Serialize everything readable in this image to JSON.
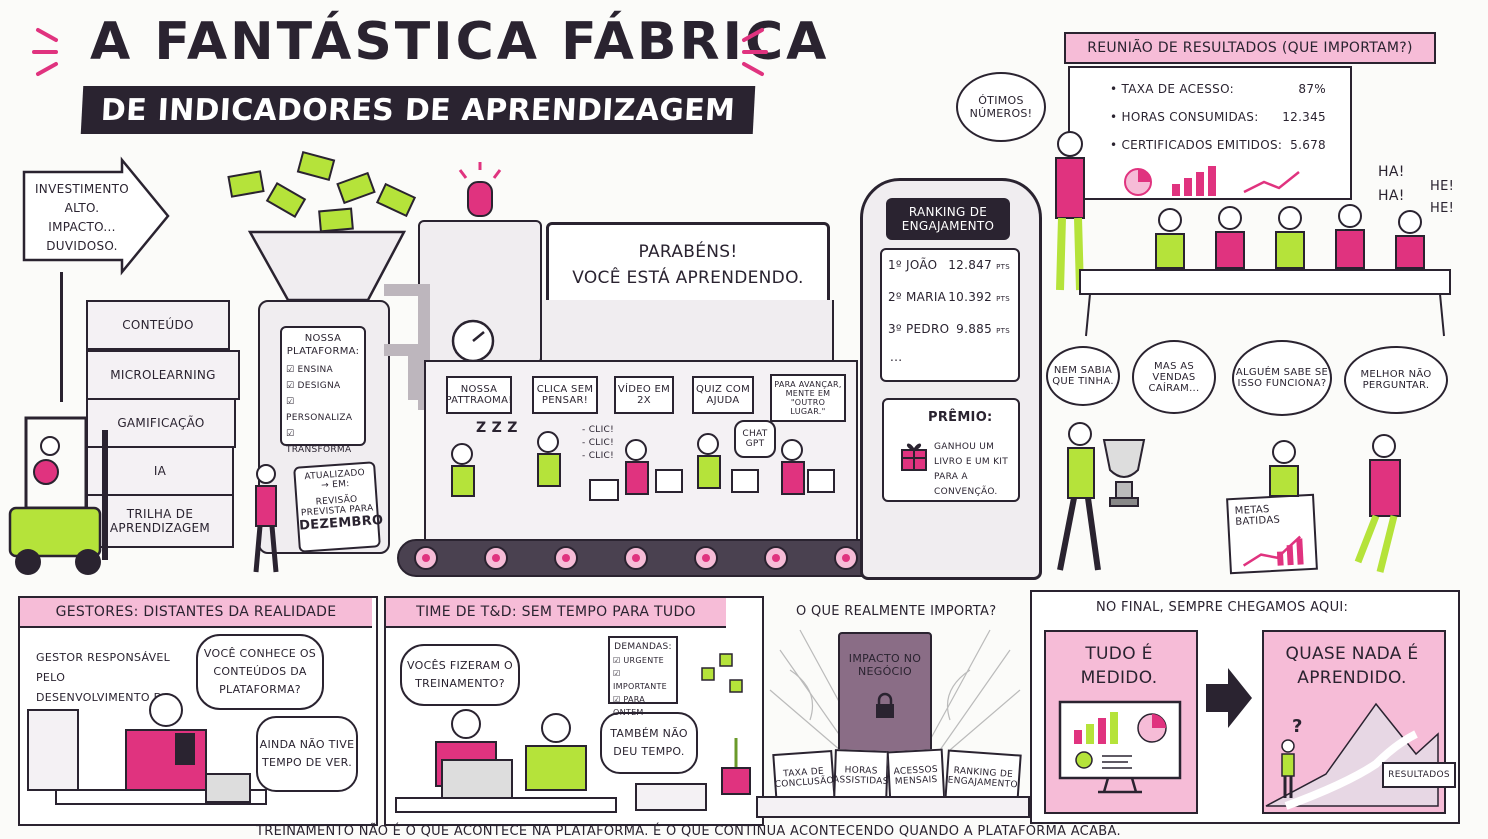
{
  "header": {
    "title": "A FANTÁSTICA FÁBRICA",
    "subtitle": "DE INDICADORES DE APRENDIZAGEM"
  },
  "arrow_sign": {
    "lines": [
      "INVESTIMENTO",
      "ALTO.",
      "IMPACTO...",
      "DUVIDOSO."
    ]
  },
  "stack": [
    "CONTEÚDO",
    "MICROLEARNING",
    "GAMIFICAÇÃO",
    "IA",
    "TRILHA DE APRENDIZAGEM"
  ],
  "platform": {
    "title": "NOSSA PLATAFORMA:",
    "items": [
      "ENSINA",
      "DESIGNA",
      "PERSONALIZA",
      "TRANSFORMA"
    ]
  },
  "updated_sign": {
    "line1": "ATUALIZADO",
    "line2": "→ EM:",
    "line3": "REVISÃO PREVISTA PARA",
    "line4": "DEZEMBRO"
  },
  "marquee": {
    "line1": "PARABÉNS!",
    "line2": "VOCÊ ESTÁ APRENDENDO."
  },
  "belt_labels": [
    "NOSSA PATTRAOMA!",
    "CLICA SEM PENSAR!",
    "VÍDEO EM 2X",
    "QUIZ COM AJUDA",
    "PARA AVANÇAR, MENTE EM \"OUTRO LUGAR.\""
  ],
  "belt_extras": {
    "zzz": "Z Z Z",
    "clic": "- CLIC!\n- CLIC!\n- CLIC!",
    "chatgpt": "CHAT GPT"
  },
  "ranking": {
    "title": "RANKING DE ENGAJAMENTO",
    "rows": [
      {
        "pos": "1º",
        "name": "JOÃO",
        "score": "12.847",
        "unit": "PTS"
      },
      {
        "pos": "2º",
        "name": "MARIA",
        "score": "10.392",
        "unit": "PTS"
      },
      {
        "pos": "3º",
        "name": "PEDRO",
        "score": "9.885",
        "unit": "PTS"
      }
    ],
    "more": "...",
    "prize_title": "PRÊMIO:",
    "prize_text": "GANHOU UM LIVRO E UM KIT PARA A CONVENÇÃO."
  },
  "meeting": {
    "banner": "REUNIÃO DE RESULTADOS (QUE IMPORTAM?)",
    "metrics": [
      {
        "label": "TAXA DE ACESSO:",
        "value": "87%"
      },
      {
        "label": "HORAS CONSUMIDAS:",
        "value": "12.345"
      },
      {
        "label": "CERTIFICADOS EMITIDOS:",
        "value": "5.678"
      }
    ],
    "speech": "ÓTIMOS NÚMEROS!",
    "laugh1": "HA! HA!",
    "laugh2": "HE! HE!"
  },
  "thoughts": [
    "NEM SABIA QUE TINHA.",
    "MAS AS VENDAS CAÍRAM...",
    "ALGUÉM SABE SE ISSO FUNCIONA?",
    "MELHOR NÃO PERGUNTAR."
  ],
  "goals_sign": "METAS BATIDAS",
  "panel_managers": {
    "title": "GESTORES: DISTANTES DA REALIDADE",
    "caption": "GESTOR RESPONSÁVEL PELO DESENVOLVIMENTO DO TIME.",
    "q": "VOCÊ CONHECE OS CONTEÚDOS DA PLATAFORMA?",
    "a": "AINDA NÃO TIVE TEMPO DE VER."
  },
  "panel_td": {
    "title": "TIME DE T&D: SEM TEMPO PARA TUDO",
    "q": "VOCÊS FIZERAM O TREINAMENTO?",
    "a": "TAMBÉM NÃO DEU TEMPO.",
    "demands_title": "DEMANDAS:",
    "demands": [
      "URGENTE",
      "IMPORTANTE",
      "PARA ONTEM"
    ]
  },
  "panel_matters": {
    "title": "O QUE REALMENTE IMPORTA?",
    "door": "IMPACTO NO NEGÓCIO",
    "cards": [
      "TAXA DE CONCLUSÃO",
      "HORAS ASSISTIDAS",
      "ACESSOS MENSAIS",
      "RANKING DE ENGAJAMENTO"
    ]
  },
  "panel_final": {
    "title": "NO FINAL, SEMPRE CHEGAMOS AQUI:",
    "left": "TUDO É MEDIDO.",
    "right": "QUASE NADA É APRENDIDO.",
    "sign": "RESULTADOS",
    "question": "?"
  },
  "footer": "TREINAMENTO NÃO É O QUE ACONTECE NA PLATAFORMA. É O QUE CONTINUA ACONTECENDO QUANDO A PLATAFORMA ACABA.",
  "colors": {
    "pink": "#e0337f",
    "lime": "#b5e33a",
    "dark": "#2a2330",
    "lightpink": "#f6bcd7"
  }
}
